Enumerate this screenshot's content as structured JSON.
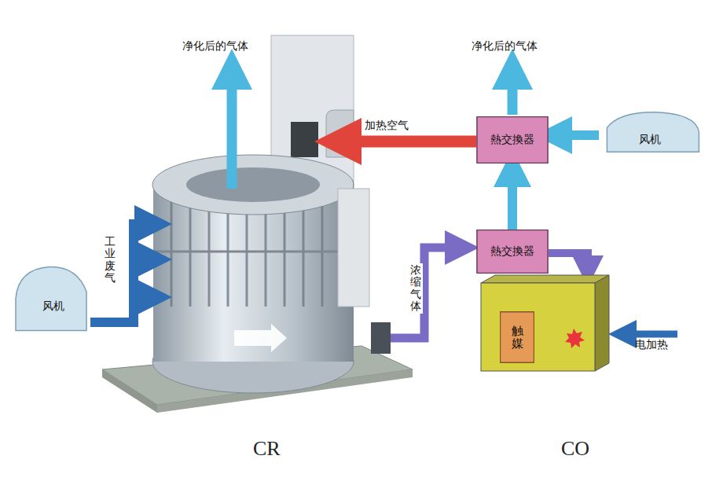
{
  "diagram": {
    "nodes": [
      {
        "text": [
          "风机"
        ]
      },
      {
        "text": [
          "熱交換器"
        ]
      },
      {
        "text": [
          "熱交換器"
        ]
      },
      {
        "text": [
          "风机"
        ]
      },
      {
        "text": [
          "触媒"
        ]
      }
    ],
    "edges": [
      {
        "from": 0,
        "to": 1,
        "arrow": "to"
      },
      {
        "from": 2,
        "to": 1,
        "arrow": "to"
      }
    ],
    "labels": [
      "净化后的气体",
      "净化后的气体",
      "加热空气",
      "工业废气",
      "浓缩气体",
      "电加热",
      "CR",
      "CO"
    ]
  }
}
